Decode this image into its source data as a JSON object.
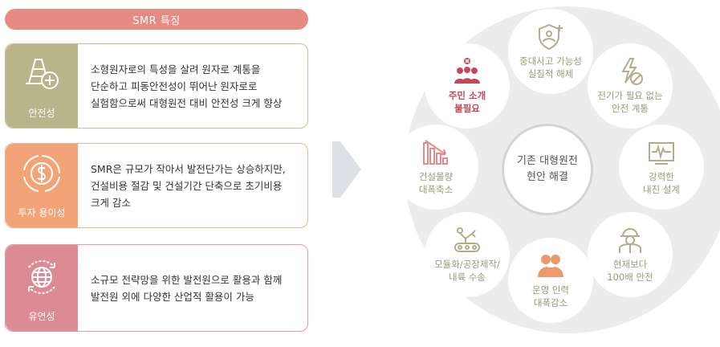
{
  "banner": {
    "title": "SMR 특징"
  },
  "cards": [
    {
      "label": "안전성",
      "lines": [
        "소형원자로의 특성을 살려 원자로 계통을",
        "단순하고 피동안전성이 뛰어난 원자로로",
        "실험함으로써 대형원전 대비 안전성 크게 향상"
      ],
      "icon": "traffic-cone-plus-icon"
    },
    {
      "label": "투자 용이성",
      "lines": [
        "SMR은 규모가 작아서 발전단가는 상승하지만,",
        "건설비용 절감 및 건설기간 단축으로 초기비용",
        "크게 감소"
      ],
      "icon": "dollar-coin-icon"
    },
    {
      "label": "유연성",
      "lines": [
        "소규모 전략망을 위한 발전원으로 활용과 함께",
        "발전원 외에 다양한 산업적 활용이 가능"
      ],
      "icon": "globe-cycle-icon"
    }
  ],
  "center": {
    "lines": [
      "기존 대형원전",
      "현안 해결"
    ]
  },
  "nodes": [
    {
      "lines": [
        "중대사고 가능성",
        "실질적 해제"
      ],
      "icon": "shield-plus-icon",
      "highlight": false
    },
    {
      "lines": [
        "전기가 필요 없는",
        "안전 계통"
      ],
      "icon": "no-power-icon",
      "highlight": false
    },
    {
      "lines": [
        "강력한",
        "내진 설계"
      ],
      "icon": "seismograph-icon",
      "highlight": false
    },
    {
      "lines": [
        "현재보다",
        "100배 안전"
      ],
      "icon": "worker-icon",
      "highlight": false
    },
    {
      "lines": [
        "운영 인력",
        "대폭감소"
      ],
      "icon": "people-icon",
      "highlight": false
    },
    {
      "lines": [
        "모듈화/공장제작/",
        "내륙 수송"
      ],
      "icon": "robot-arm-conveyor-icon",
      "highlight": false
    },
    {
      "lines": [
        "건설물량",
        "대폭축소"
      ],
      "icon": "declining-bars-icon",
      "highlight": false
    },
    {
      "lines": [
        "주민 소개",
        "불필요"
      ],
      "icon": "residents-x-icon",
      "highlight": true
    }
  ],
  "colors": {
    "banner": "#e68a82",
    "safety": "#b9b48a",
    "investment": "#f2a377",
    "flexibility": "#dc8a93",
    "node_text": "#9a9a7a",
    "highlight": "#c7475a",
    "node_icon": "#b2ad8a"
  }
}
